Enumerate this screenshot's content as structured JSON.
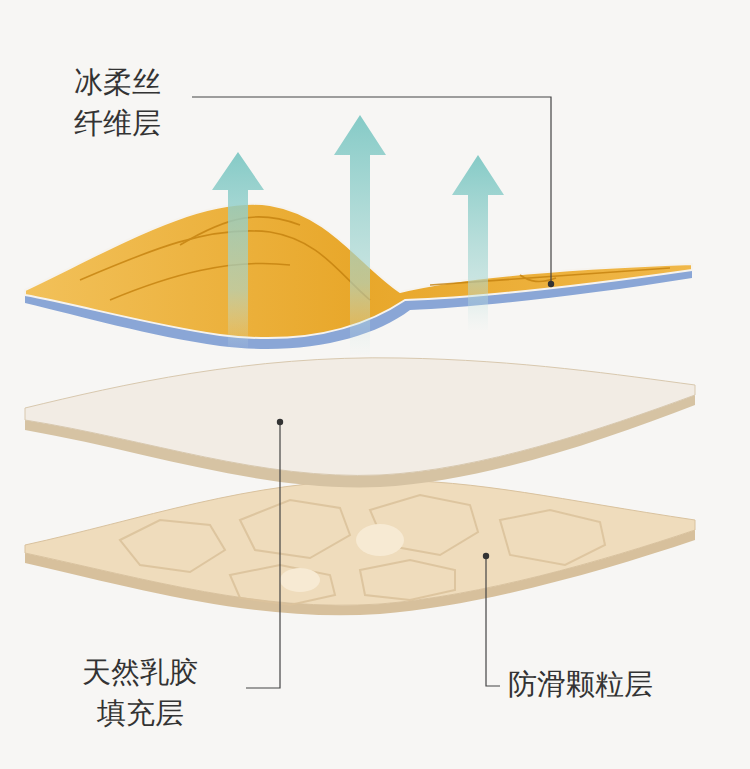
{
  "diagram": {
    "labels": [
      "冰柔丝 纤维层",
      "天然乳胶 填充层",
      "防滑颗粒层"
    ]
  }
}
